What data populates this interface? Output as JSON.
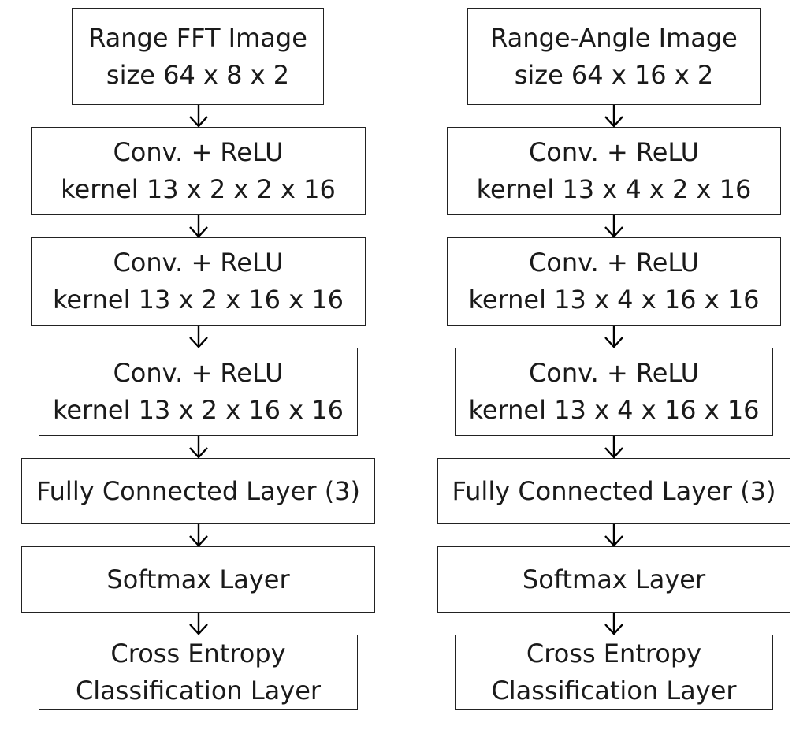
{
  "left_column": {
    "input": {
      "line1": "Range FFT Image",
      "line2": "size 64 x 8 x 2"
    },
    "conv1": {
      "line1": "Conv. + ReLU",
      "line2": "kernel 13 x 2 x 2 x 16"
    },
    "conv2": {
      "line1": "Conv. + ReLU",
      "line2": "kernel 13 x 2 x 16 x 16"
    },
    "conv3": {
      "line1": "Conv. + ReLU",
      "line2": "kernel 13 x 2 x 16 x 16"
    },
    "fc": {
      "label": "Fully Connected Layer (3)"
    },
    "softmax": {
      "label": "Softmax Layer"
    },
    "output": {
      "line1": "Cross Entropy",
      "line2": "Classification Layer"
    }
  },
  "right_column": {
    "input": {
      "line1": "Range-Angle Image",
      "line2": "size 64 x 16 x 2"
    },
    "conv1": {
      "line1": "Conv. + ReLU",
      "line2": "kernel 13 x 4 x 2 x 16"
    },
    "conv2": {
      "line1": "Conv. + ReLU",
      "line2": "kernel 13 x 4 x 16 x 16"
    },
    "conv3": {
      "line1": "Conv. + ReLU",
      "line2": "kernel 13 x 4 x 16 x 16"
    },
    "fc": {
      "label": "Fully Connected Layer (3)"
    },
    "softmax": {
      "label": "Softmax Layer"
    },
    "output": {
      "line1": "Cross Entropy",
      "line2": "Classification Layer"
    }
  }
}
